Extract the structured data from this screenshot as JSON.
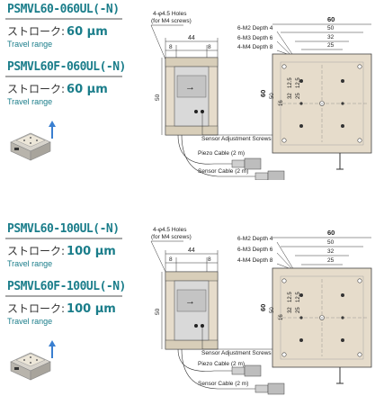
{
  "sections": [
    {
      "products": [
        {
          "name": "PSMVL60-060UL(-N)",
          "stroke_label": "ストローク:",
          "stroke_value": "60 μm",
          "travel": "Travel range"
        },
        {
          "name": "PSMVL60F-060UL(-N)",
          "stroke_label": "ストローク:",
          "stroke_value": "60 μm",
          "travel": "Travel range"
        }
      ],
      "drawing": {
        "holes_note_1": "4-φ4.5 Holes",
        "holes_note_2": "(for M4 screws)",
        "dim_width": "44",
        "dim_8a": "8",
        "dim_8b": "8",
        "dim_height": "50",
        "sensor_adj": "Sensor Adjustment Screws",
        "piezo_cable": "Piezo Cable (2 m)",
        "sensor_cable": "Sensor Cable (2 m)",
        "dim_60": "60",
        "dim_50": "50",
        "dim_32": "32",
        "dim_25": "25",
        "dim_60v": "60",
        "dim_50v": "50",
        "dim_16": "16",
        "dim_32v": "32",
        "dim_25v": "25",
        "dim_12_5a": "12.5",
        "dim_12_5b": "12.5",
        "depth_1": "6-M2 Depth 4",
        "depth_2": "6-M3 Depth 6",
        "depth_3": "4-M4 Depth 8"
      }
    },
    {
      "products": [
        {
          "name": "PSMVL60-100UL(-N)",
          "stroke_label": "ストローク:",
          "stroke_value": "100 μm",
          "travel": "Travel range"
        },
        {
          "name": "PSMVL60F-100UL(-N)",
          "stroke_label": "ストローク:",
          "stroke_value": "100 μm",
          "travel": "Travel range"
        }
      ],
      "drawing": {
        "holes_note_1": "4-φ4.5 Holes",
        "holes_note_2": "(for M4 screws)",
        "dim_width": "44",
        "dim_8a": "8",
        "dim_8b": "8",
        "dim_height": "50",
        "sensor_adj": "Sensor Adjustment Screws",
        "piezo_cable": "Piezo Cable (2 m)",
        "sensor_cable": "Sensor Cable (2 m)",
        "dim_60": "60",
        "dim_50": "50",
        "dim_32": "32",
        "dim_25": "25",
        "dim_60v": "60",
        "dim_50v": "50",
        "dim_16": "16",
        "dim_32v": "32",
        "dim_25v": "25",
        "dim_12_5a": "12.5",
        "dim_12_5b": "12.5",
        "depth_1": "6-M2 Depth 4",
        "depth_2": "6-M3 Depth 6",
        "depth_3": "4-M4 Depth 8"
      }
    }
  ],
  "colors": {
    "accent": "#1a7d8a",
    "stage_plate": "#e6dccb",
    "body": "#d9d9d9"
  }
}
